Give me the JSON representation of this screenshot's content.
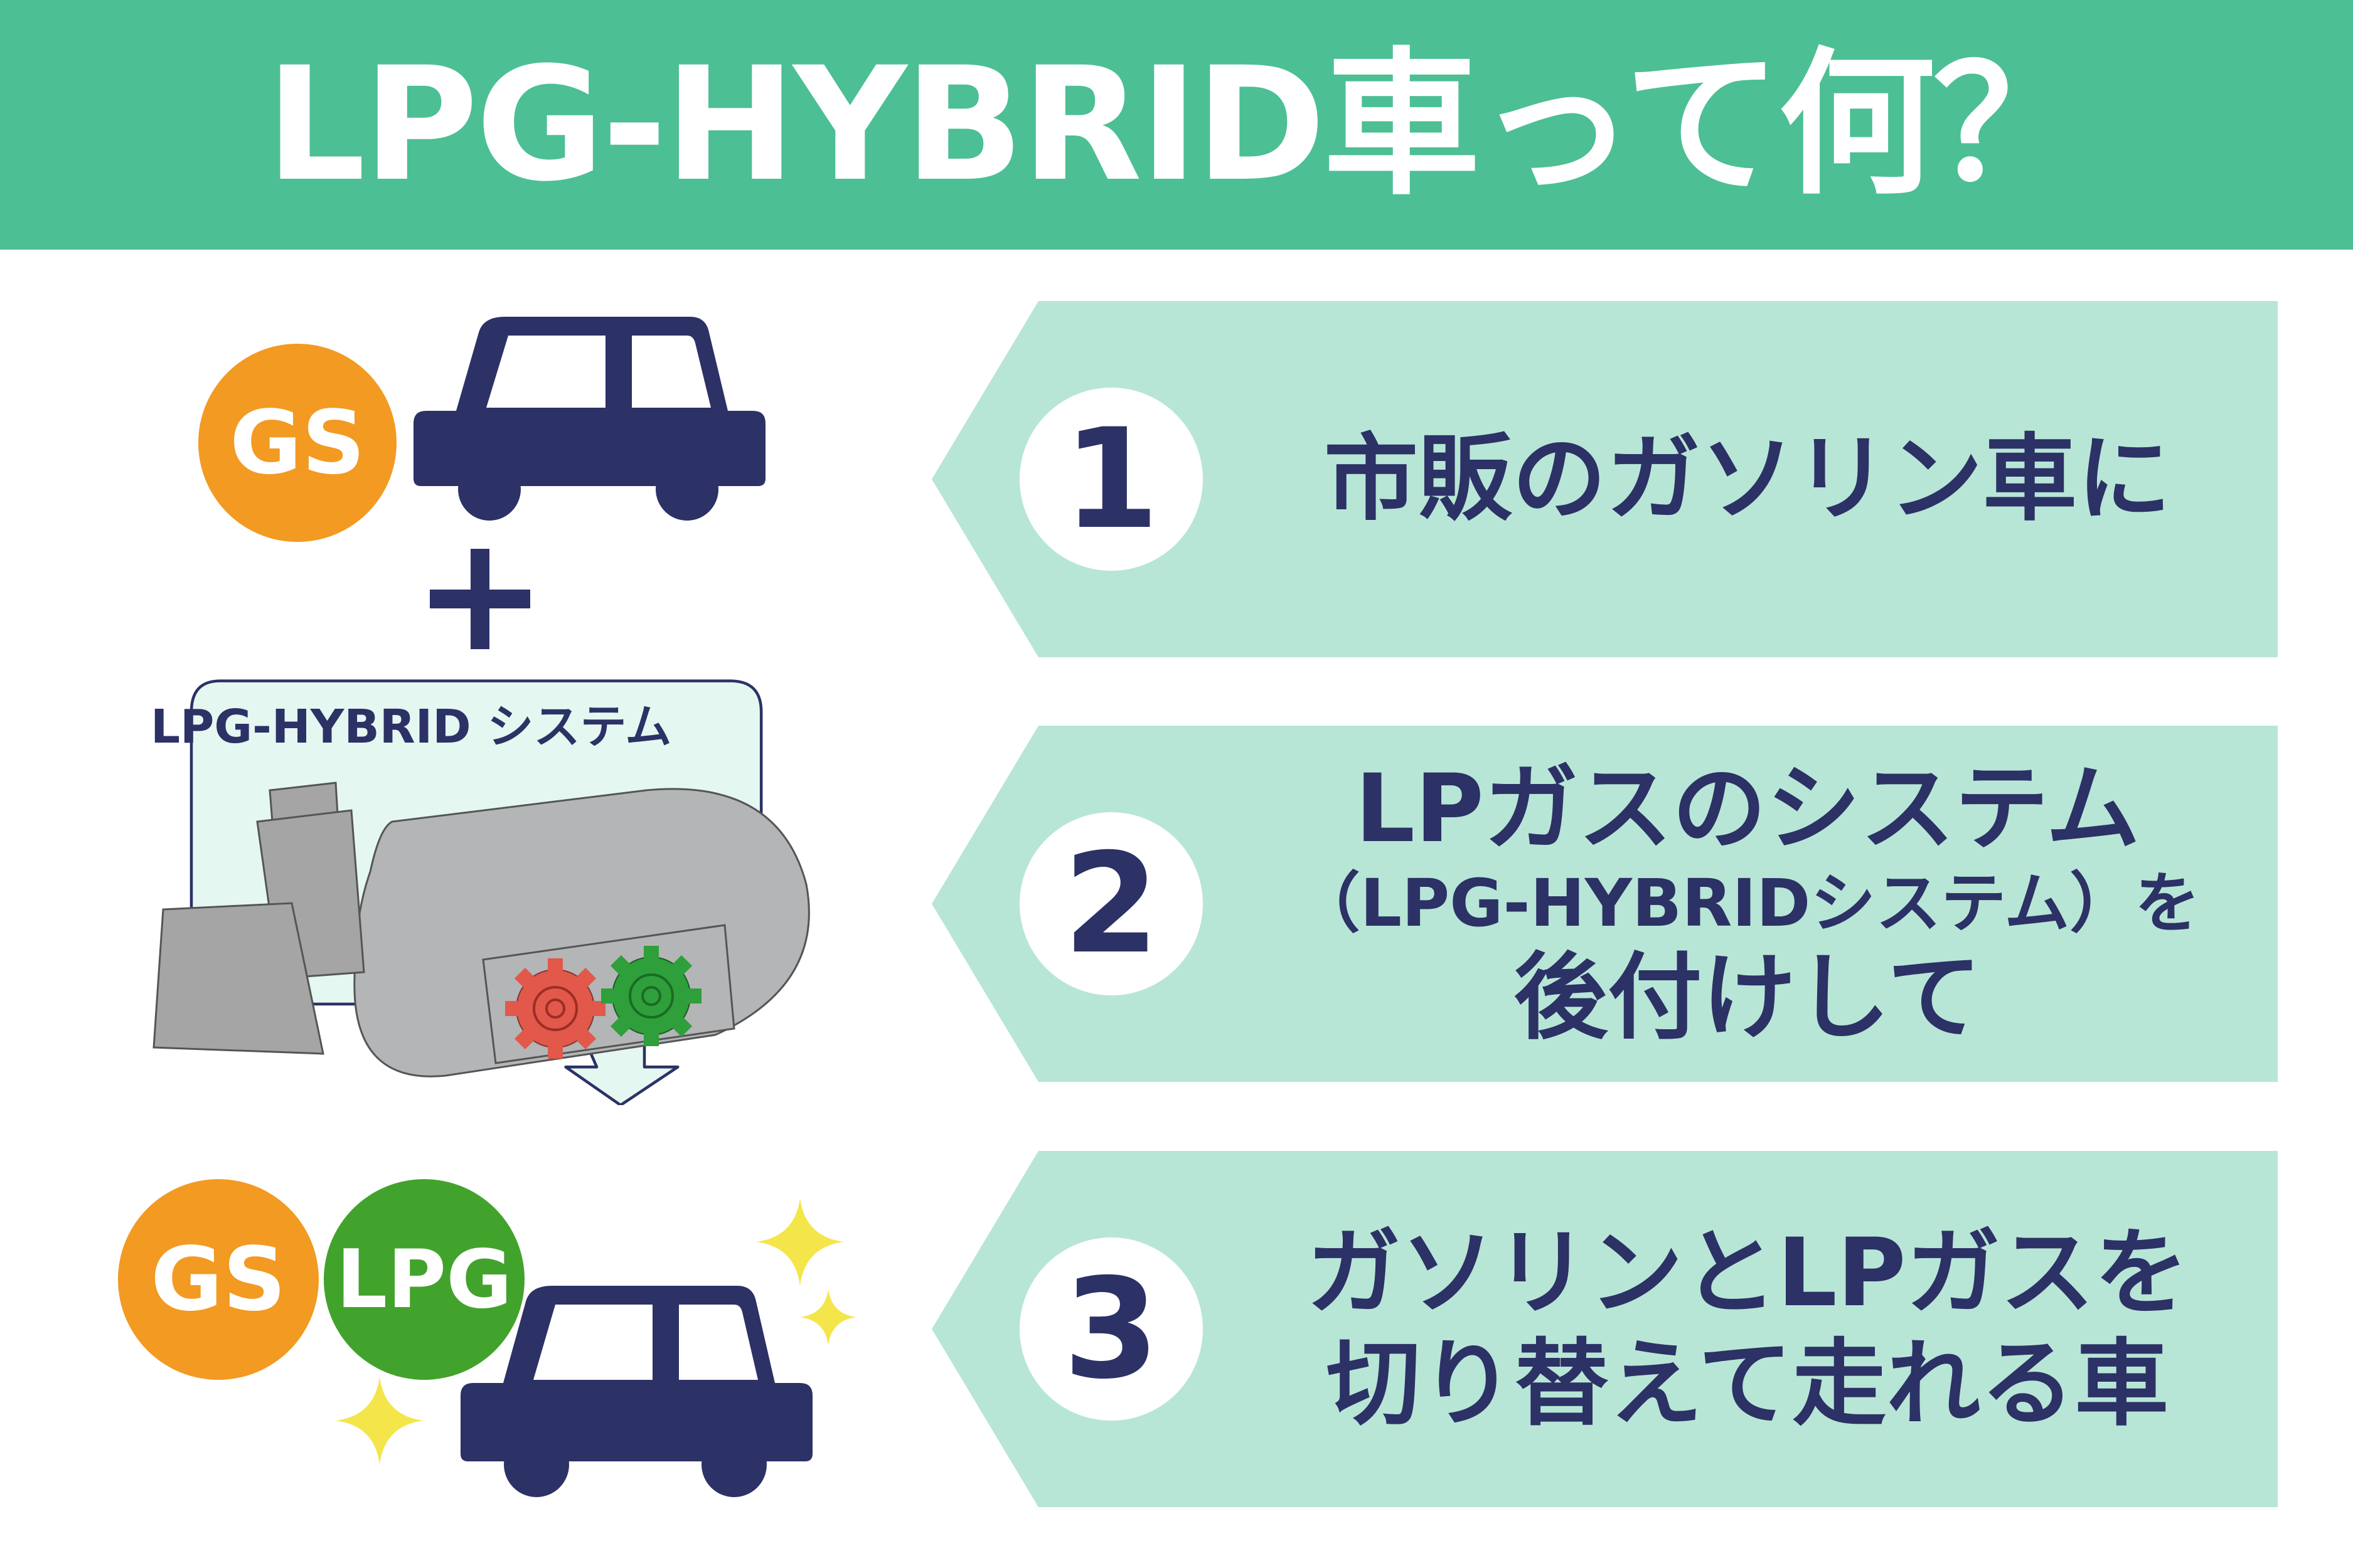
{
  "header": {
    "title": "LPG-HYBRID車って何？"
  },
  "colors": {
    "header_green": "#4cbf95",
    "navy": "#2c3166",
    "orange": "#f39a22",
    "green": "#42a32c",
    "mint": "#b8e6d6",
    "pale_mint": "#e4f7f1",
    "gray": "#b4b5b6",
    "sparkle_yellow": "#f4e64a"
  },
  "illustration": {
    "top_badge": "GS",
    "system_label": "LPG-HYBRID システム",
    "bottom_badges": [
      "GS",
      "LPG"
    ],
    "icons": [
      "car-icon",
      "plus-icon",
      "lpg-system-icon",
      "gear-icon",
      "down-arrow-icon",
      "sparkle-icon"
    ]
  },
  "steps": [
    {
      "number": "1",
      "lines": [
        "市販のガソリン車に"
      ]
    },
    {
      "number": "2",
      "lines": [
        "LPガスのシステム",
        "（LPG-HYBRIDシステム）を",
        "後付けして"
      ]
    },
    {
      "number": "3",
      "lines": [
        "ガソリンとLPガスを",
        "切り替えて走れる車"
      ]
    }
  ]
}
